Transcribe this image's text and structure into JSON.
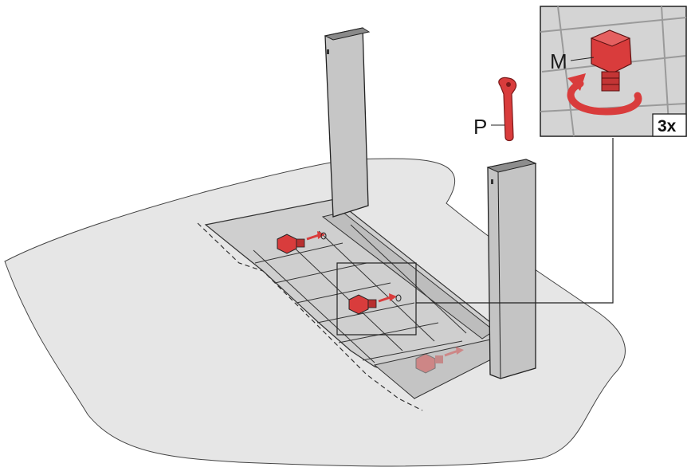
{
  "labels": {
    "tool": "P",
    "foot": "M",
    "repeat": "3x"
  },
  "colors": {
    "foot_red": "#d93c3c",
    "foot_red_dark": "#9e1f1f",
    "frame_grey": "#c9c9c9",
    "floor_grey": "#e6e6e6",
    "line": "#1e1e1e"
  },
  "icons": {
    "tool": "wrench-key-icon",
    "rotation": "clockwise-arrow-icon"
  }
}
